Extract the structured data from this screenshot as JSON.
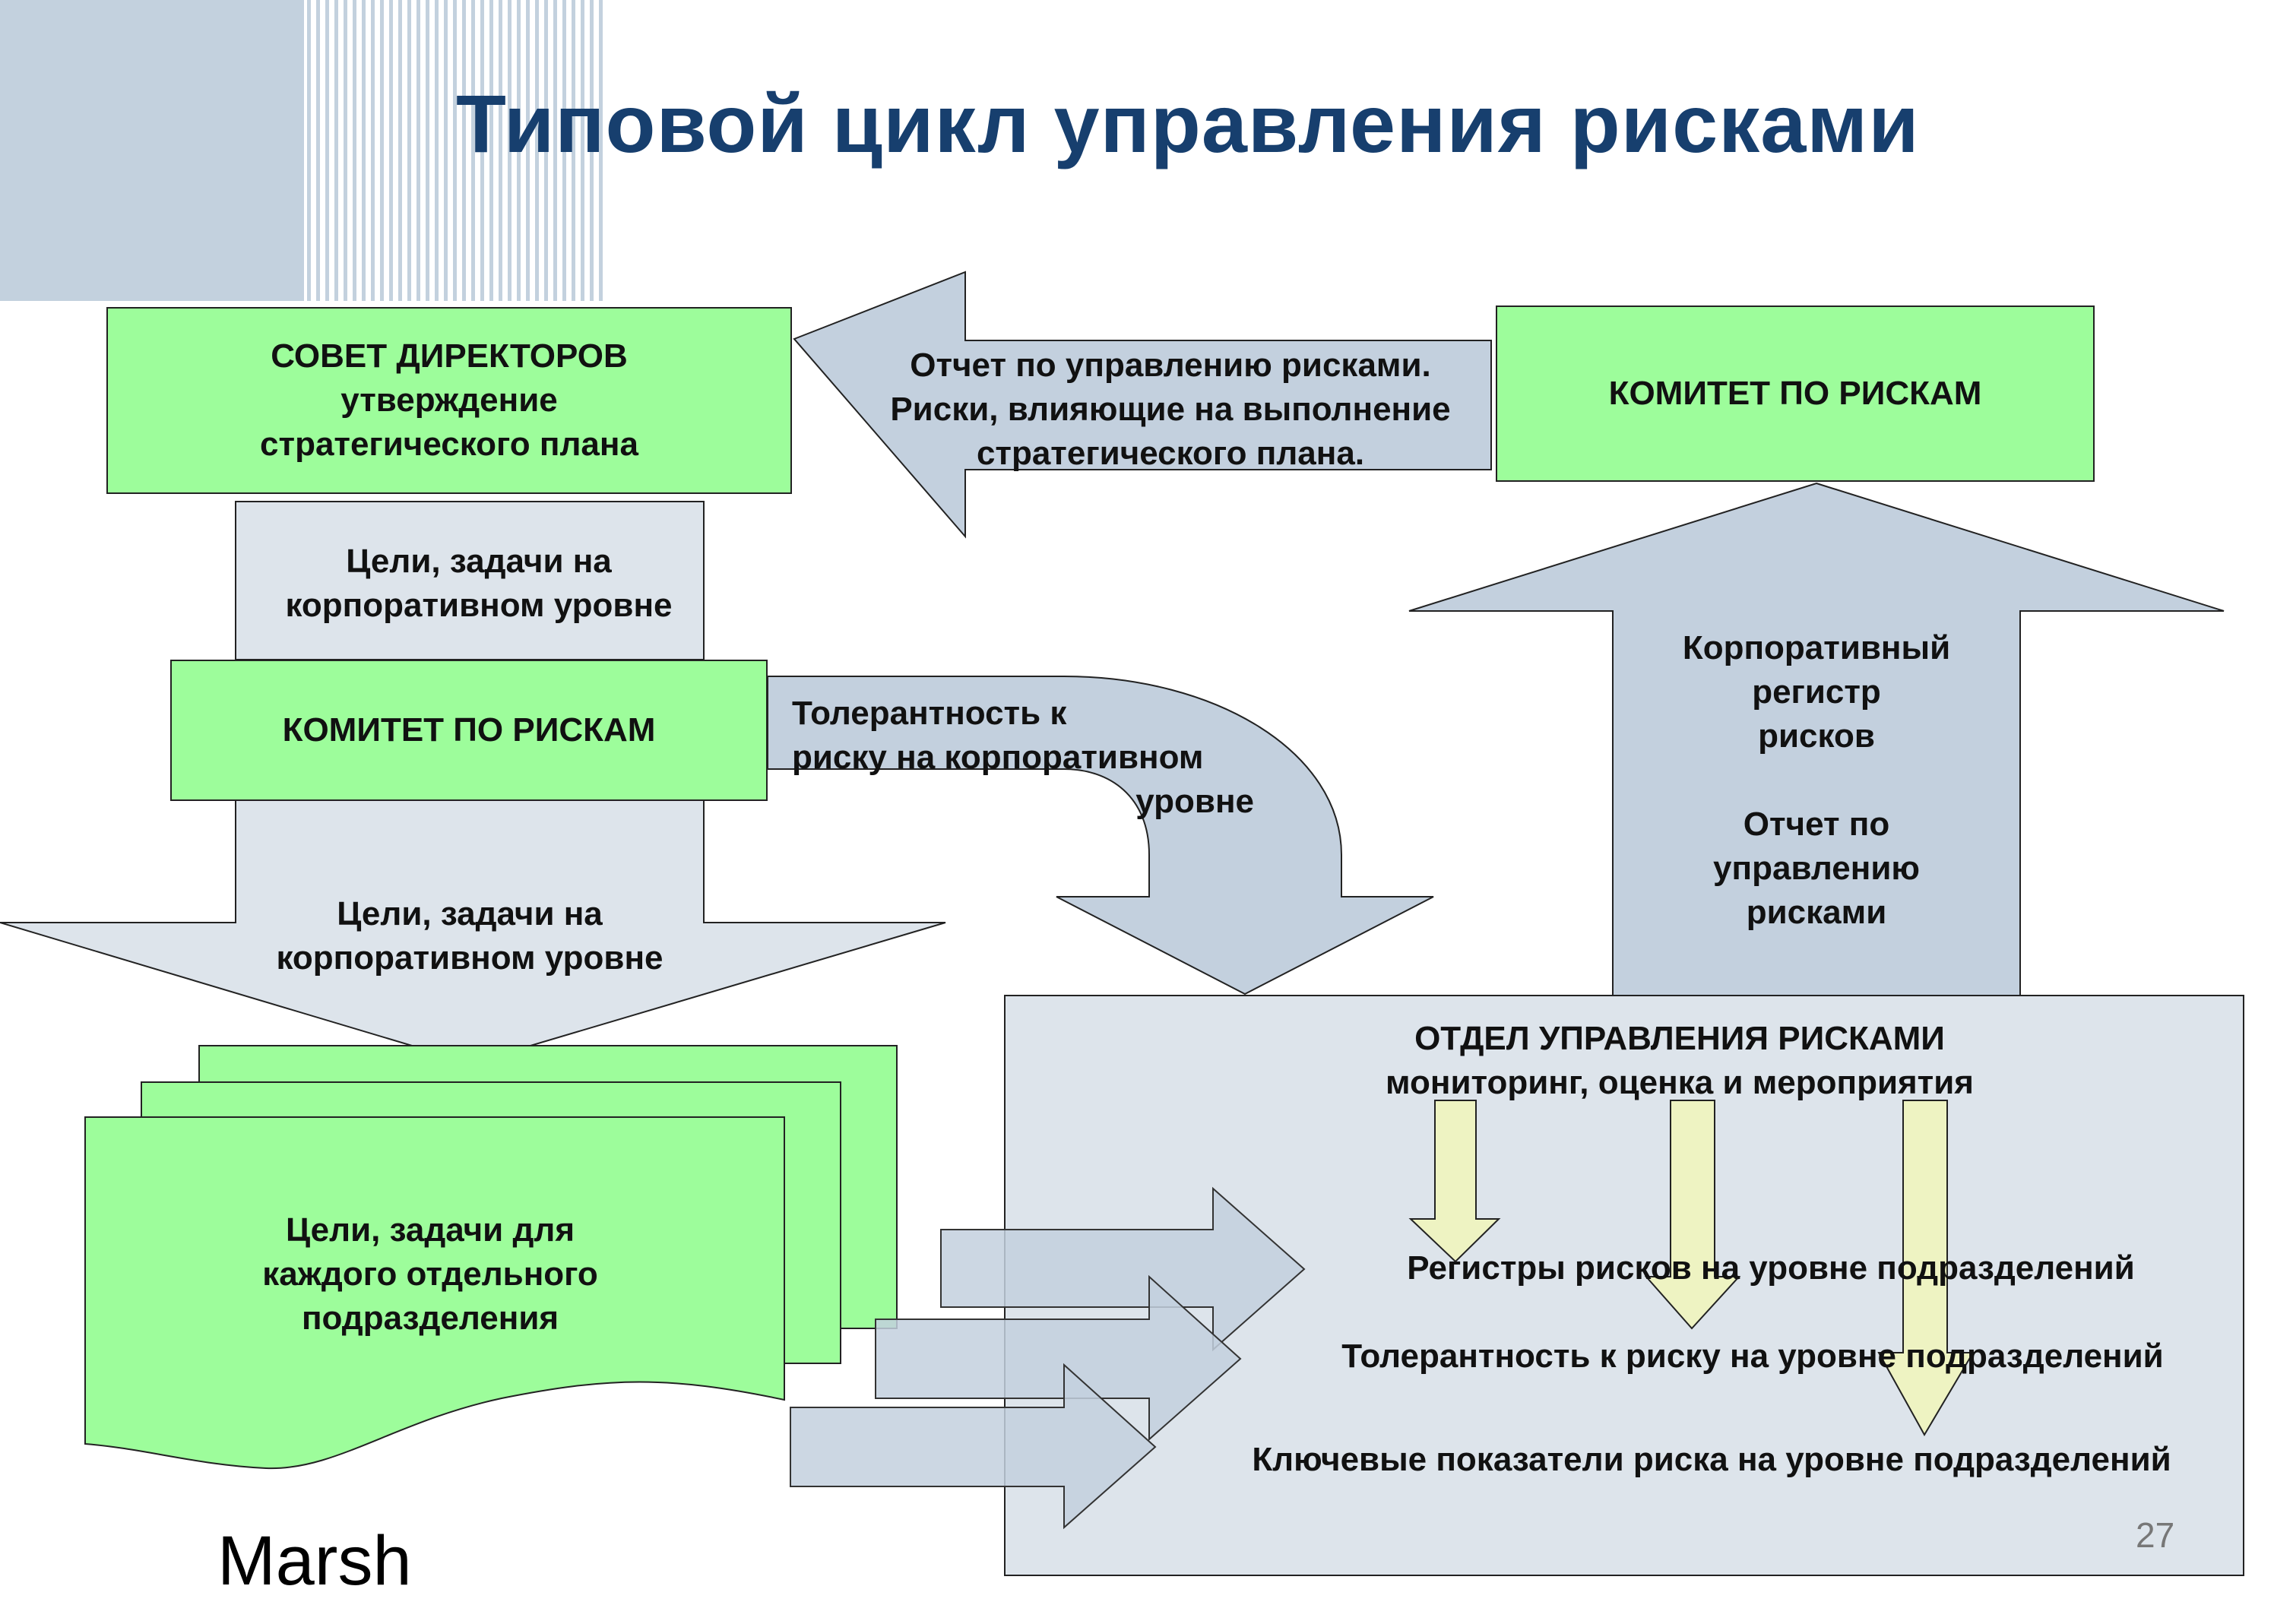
{
  "title": "Типовой цикл управления рисками",
  "board": {
    "line1": "СОВЕТ ДИРЕКТОРОВ",
    "line2": "утверждение",
    "line3": "стратегического плана"
  },
  "report_arrow": {
    "line1": "Отчет по управлению рисками.",
    "line2": "Риски, влияющие на выполнение",
    "line3": "стратегического плана."
  },
  "committee_top": "КОМИТЕТ ПО РИСКАМ",
  "goals_band": {
    "line1": "Цели, задачи на",
    "line2": "корпоративном уровне"
  },
  "committee_mid": "КОМИТЕТ ПО РИСКАМ",
  "tolerance_arrow": {
    "line1": "Толерантность к",
    "line2": "риску на корпоративном",
    "line3": "уровне"
  },
  "down_arrow": {
    "line1": "Цели, задачи на",
    "line2": "корпоративном уровне"
  },
  "up_arrow": {
    "line1": "Корпоративный",
    "line2": "регистр",
    "line3": "рисков",
    "line4": "Отчет по",
    "line5": "управлению",
    "line6": "рисками"
  },
  "dept_goals": {
    "line1": "Цели, задачи для",
    "line2": "каждого отдельного",
    "line3": "подразделения"
  },
  "risk_dept": {
    "line1": "ОТДЕЛ УПРАВЛЕНИЯ РИСКАМИ",
    "line2": "мониторинг, оценка и мероприятия",
    "item1": "Регистры рисков на уровне подразделений",
    "item2": "Толерантность к риску на уровне подразделений",
    "item3": "Ключевые показатели риска на уровне подразделений"
  },
  "footer": {
    "logo": "Marsh",
    "page": "27"
  },
  "colors": {
    "title": "#173f6e",
    "box_green": "#9dfd9b",
    "arrow_blue": "#c3d0de",
    "band_light": "#dde4eb",
    "yellow_arrow": "#eef3c2",
    "corner_block": "#c3d1de"
  }
}
